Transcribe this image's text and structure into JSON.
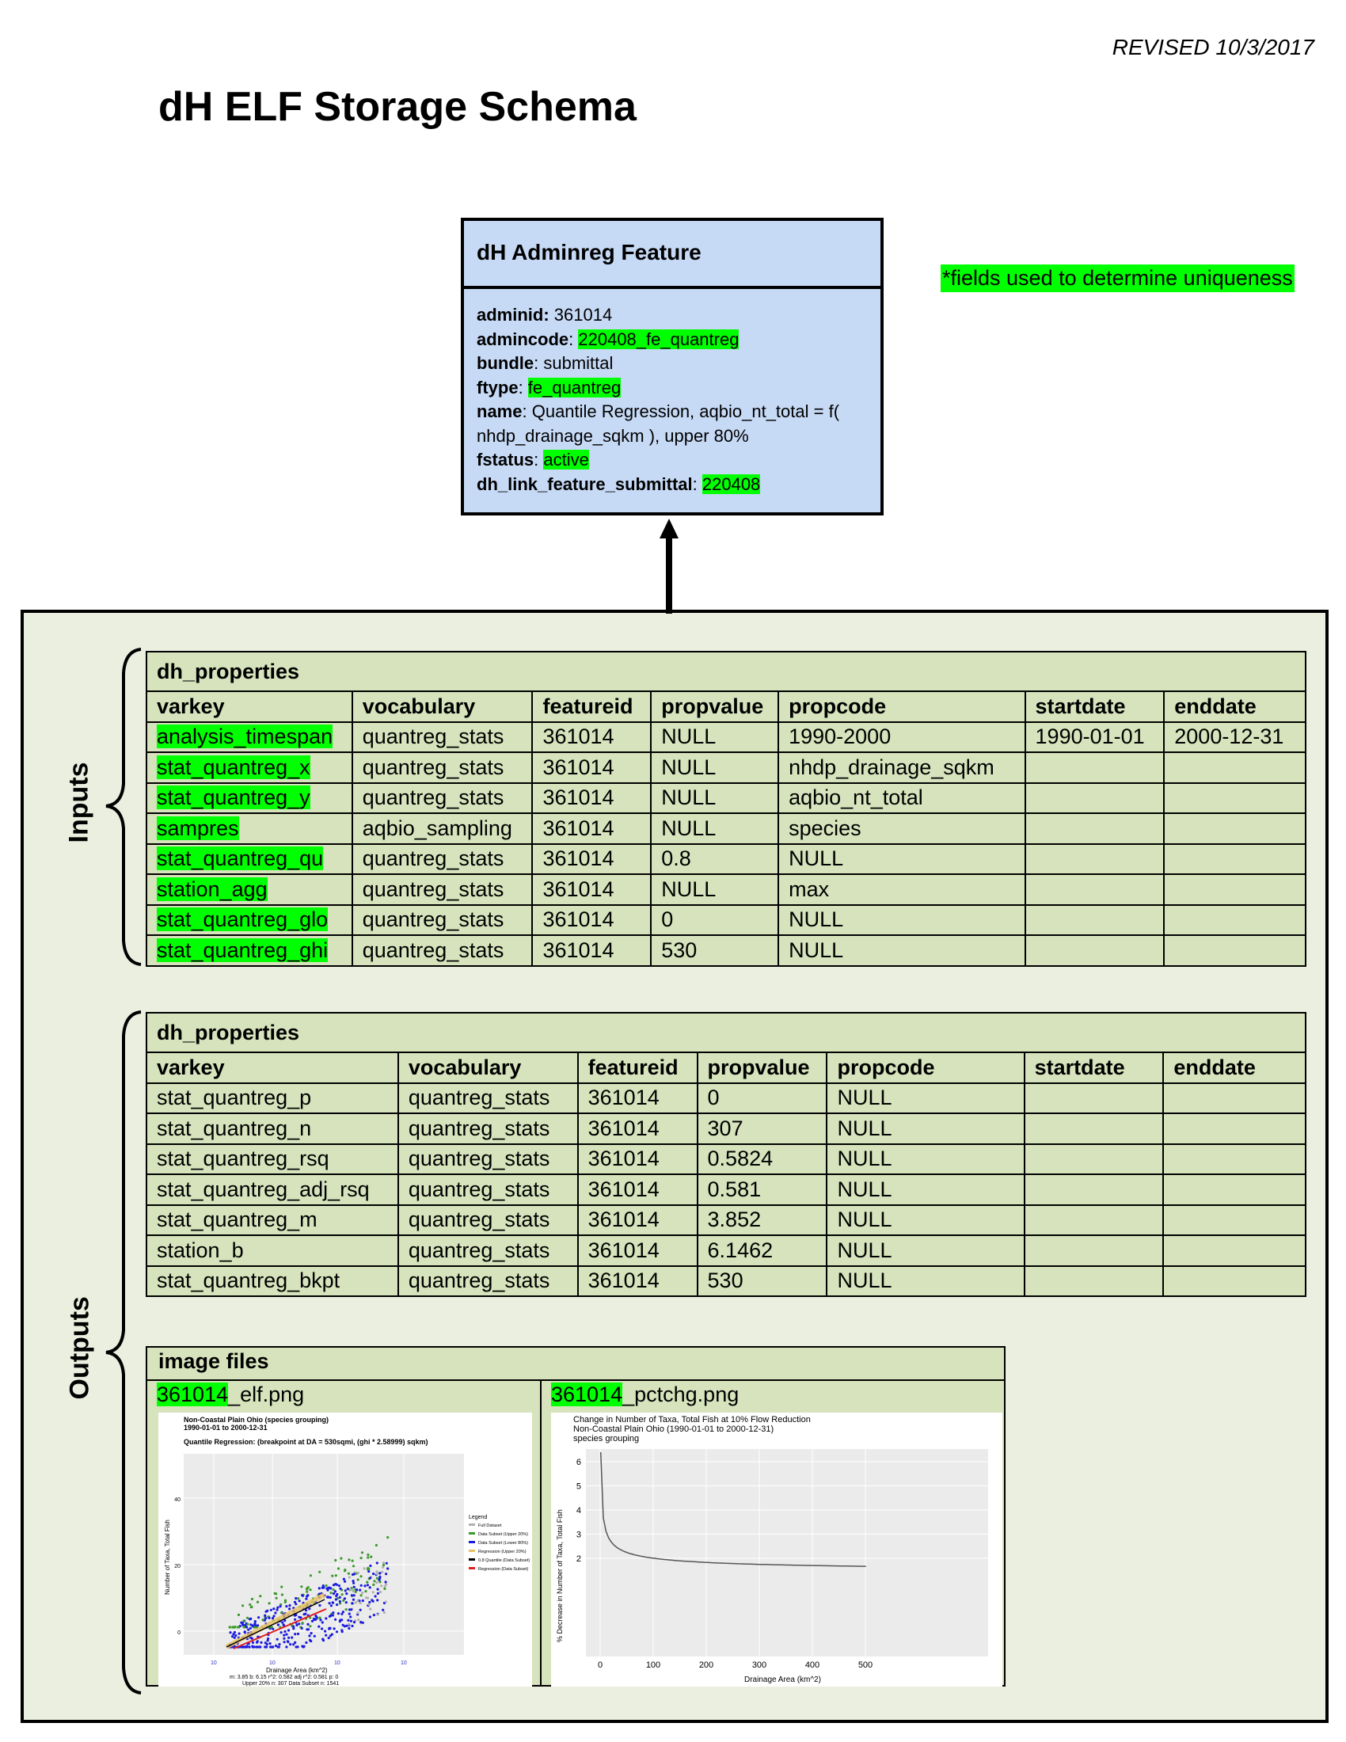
{
  "revised": "REVISED 10/3/2017",
  "title": "dH ELF Storage Schema",
  "uniqueness_note": "*fields used to determine uniqueness",
  "feature": {
    "title": "dH Adminreg Feature",
    "adminid_label": "adminid:",
    "adminid_value": "361014",
    "admincode_label": "admincode",
    "admincode_value": "220408_fe_quantreg",
    "bundle_label": "bundle",
    "bundle_value": "submittal",
    "ftype_label": "ftype",
    "ftype_value": "fe_quantreg",
    "name_label": "name",
    "name_value": "Quantile Regression, aqbio_nt_total = f(",
    "name_value_2": "nhdp_drainage_sqkm ), upper 80%",
    "fstatus_label": "fstatus",
    "fstatus_value": "active",
    "link_label": "dh_link_feature_submittal",
    "link_value": "220408"
  },
  "side_labels": {
    "inputs": "Inputs",
    "outputs": "Outputs"
  },
  "inputs_table": {
    "name": "dh_properties",
    "columns": [
      "varkey",
      "vocabulary",
      "featureid",
      "propvalue",
      "propcode",
      "startdate",
      "enddate"
    ],
    "rows": [
      [
        "analysis_timespan",
        "quantreg_stats",
        "361014",
        "NULL",
        "1990-2000",
        "1990-01-01",
        "2000-12-31"
      ],
      [
        "stat_quantreg_x",
        "quantreg_stats",
        "361014",
        "NULL",
        "nhdp_drainage_sqkm",
        "",
        ""
      ],
      [
        "stat_quantreg_y",
        "quantreg_stats",
        "361014",
        "NULL",
        "aqbio_nt_total",
        "",
        ""
      ],
      [
        "sampres",
        "aqbio_sampling",
        "361014",
        "NULL",
        "species",
        "",
        ""
      ],
      [
        "stat_quantreg_qu",
        "quantreg_stats",
        "361014",
        "0.8",
        "NULL",
        "",
        ""
      ],
      [
        "station_agg",
        "quantreg_stats",
        "361014",
        "NULL",
        "max",
        "",
        ""
      ],
      [
        "stat_quantreg_glo",
        "quantreg_stats",
        "361014",
        "0",
        "NULL",
        "",
        ""
      ],
      [
        "stat_quantreg_ghi",
        "quantreg_stats",
        "361014",
        "530",
        "NULL",
        "",
        ""
      ]
    ]
  },
  "outputs_table": {
    "name": "dh_properties",
    "columns": [
      "varkey",
      "vocabulary",
      "featureid",
      "propvalue",
      "propcode",
      "startdate",
      "enddate"
    ],
    "rows": [
      [
        "stat_quantreg_p",
        "quantreg_stats",
        "361014",
        "0",
        "NULL",
        "",
        ""
      ],
      [
        "stat_quantreg_n",
        "quantreg_stats",
        "361014",
        "307",
        "NULL",
        "",
        ""
      ],
      [
        "stat_quantreg_rsq",
        "quantreg_stats",
        "361014",
        "0.5824",
        "NULL",
        "",
        ""
      ],
      [
        "stat_quantreg_adj_rsq",
        "quantreg_stats",
        "361014",
        "0.581",
        "NULL",
        "",
        ""
      ],
      [
        "stat_quantreg_m",
        "quantreg_stats",
        "361014",
        "3.852",
        "NULL",
        "",
        ""
      ],
      [
        "station_b",
        "quantreg_stats",
        "361014",
        "6.1462",
        "NULL",
        "",
        ""
      ],
      [
        "stat_quantreg_bkpt",
        "quantreg_stats",
        "361014",
        "530",
        "NULL",
        "",
        ""
      ]
    ]
  },
  "images": {
    "title": "image files",
    "file1_hl": "361014",
    "file1_rest": "_elf.png",
    "file2_hl": "361014",
    "file2_rest": "_pctchg.png",
    "elf": {
      "title1": "Non-Coastal Plain Ohio (species grouping)",
      "title2": "1990-01-01 to 2000-12-31",
      "subtitle": "Quantile Regression: (breakpoint at DA = 530sqmi, (ghi  * 2.58999) sqkm)",
      "ylabel": "Number of Taxa, Total Fish",
      "xlabel": "Drainage Area (km^2)",
      "yticks": [
        "40",
        "20",
        "0"
      ],
      "xticks": [
        "10",
        "10",
        "10",
        "10"
      ],
      "legend_title": "Legend",
      "legend": [
        "Full Dataset",
        "Data Subset (Upper 20%)",
        "Data Subset (Lower 80%)",
        "Regression (Upper 20%)",
        "0.8 Quantile (Data Subset)",
        "Regression (Data Subset)"
      ],
      "legend_colors": [
        "#b0b0b0",
        "#3a9a2a",
        "#1a1ae0",
        "#e8c060",
        "#000000",
        "#e02020"
      ],
      "stats1": "m: 3.85    b: 6.15    r^2: 0.582    adj r^2: 0.581    p: 0",
      "stats2": "Upper 20% n: 307    Data Subset n: 1541"
    },
    "pctchg": {
      "title1": "Change in Number of Taxa, Total Fish at 10% Flow Reduction",
      "title2": "Non-Coastal Plain Ohio (1990-01-01 to 2000-12-31)",
      "title3": "species grouping",
      "ylabel": "% Decrease in Number of Taxa, Total Fish",
      "xlabel": "Drainage Area (km^2)",
      "yticks": [
        "6",
        "5",
        "4",
        "3",
        "2"
      ],
      "xticks": [
        "0",
        "100",
        "200",
        "300",
        "400",
        "500"
      ]
    }
  },
  "colors": {
    "highlight": "#00ff00",
    "feature_bg": "#c6d9f5",
    "table_bg": "#d6e3bc",
    "outer_bg": "#ebefdf"
  }
}
